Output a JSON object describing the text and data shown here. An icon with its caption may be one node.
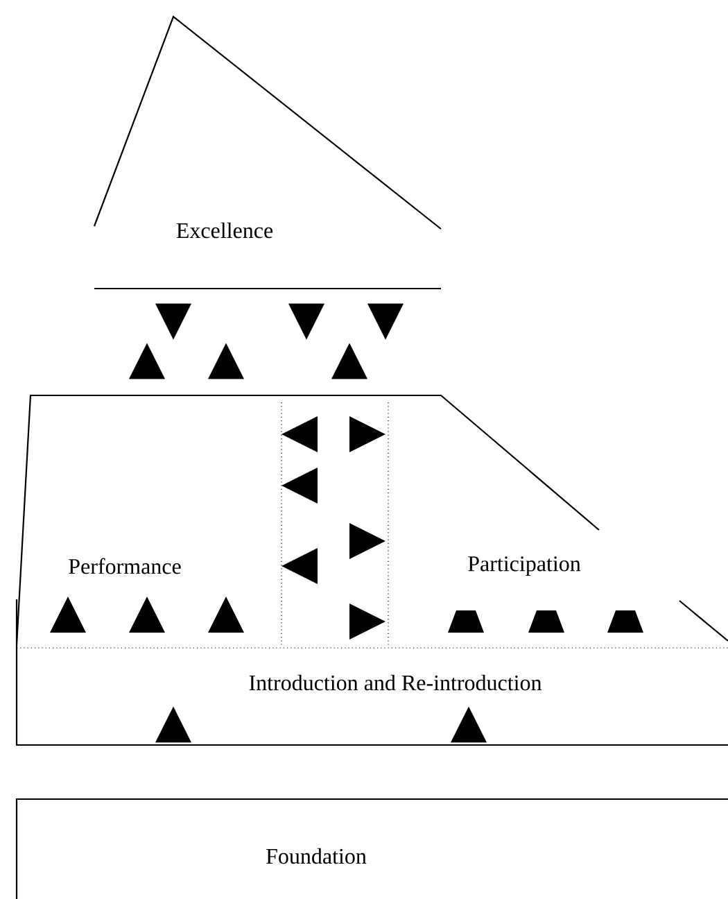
{
  "diagram": {
    "nodes": [
      {
        "text": [
          "Excellence"
        ]
      },
      {
        "text": [
          "Performance",
          "Participation"
        ]
      },
      {
        "text": [
          "Introduction and Re-introduction"
        ]
      },
      {
        "text": [
          "Foundation"
        ]
      }
    ],
    "edges": [
      {
        "from": 0,
        "to": 1,
        "arrow": "to"
      },
      {
        "from": 0,
        "to": 1,
        "arrow": "to"
      },
      {
        "from": 0,
        "to": 1,
        "arrow": "to"
      },
      {
        "from": 1,
        "to": 0,
        "arrow": "to"
      },
      {
        "from": 1,
        "to": 0,
        "arrow": "to"
      },
      {
        "from": 1,
        "to": 0,
        "arrow": "to"
      },
      {
        "from": 3,
        "to": 2,
        "arrow": "to"
      },
      {
        "from": 3,
        "to": 2,
        "arrow": "to"
      }
    ]
  }
}
